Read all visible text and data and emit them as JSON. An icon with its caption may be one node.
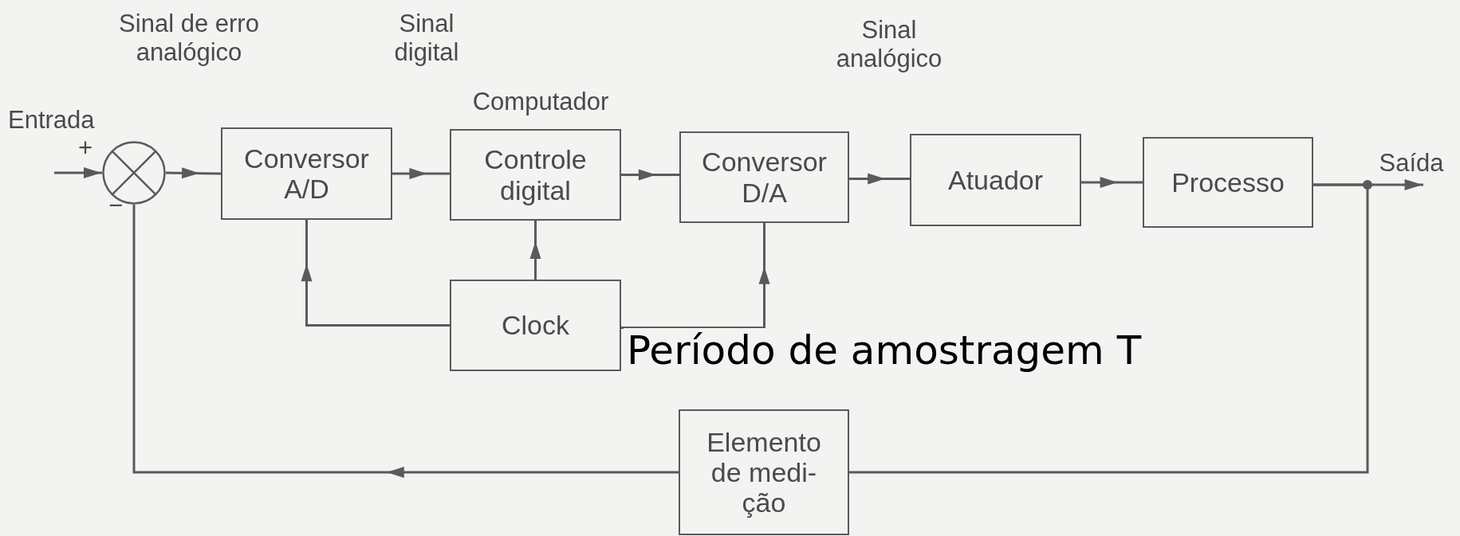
{
  "diagram": {
    "nodes": [
      {
        "text": [],
        "shape": "circle"
      },
      {
        "text": [
          "Conversor A/D"
        ]
      },
      {
        "text": [
          "Controle digital"
        ]
      },
      {
        "text": [
          "Conversor D/A"
        ]
      },
      {
        "text": [
          "Atuador"
        ]
      },
      {
        "text": [
          "Processo"
        ]
      },
      {
        "text": [
          "Clock"
        ]
      },
      {
        "text": [
          "Elemento de medi- ção"
        ]
      },
      {
        "text": [
          "Saída"
        ]
      }
    ],
    "edges": [
      {
        "from": null,
        "to": 0,
        "arrow": "to"
      },
      {
        "from": 0,
        "to": 1,
        "arrow": "to"
      },
      {
        "from": 1,
        "to": 2,
        "arrow": "to"
      },
      {
        "from": 2,
        "to": 3,
        "arrow": "to"
      },
      {
        "from": 3,
        "to": 4,
        "arrow": "to"
      },
      {
        "from": 4,
        "to": 5,
        "arrow": "to"
      },
      {
        "from": 5,
        "to": 8,
        "arrow": "to"
      },
      {
        "from": 6,
        "to": 1,
        "arrow": "to"
      },
      {
        "from": 6,
        "to": 2,
        "arrow": "to"
      },
      {
        "from": 6,
        "to": 3,
        "arrow": "to"
      },
      {
        "from": 5,
        "to": 7,
        "arrow": "none"
      },
      {
        "from": 7,
        "to": 0,
        "arrow": "to"
      }
    ],
    "labels": [
      "Sinal de erro analógico",
      "Sinal digital",
      "Sinal analógico",
      "Computador",
      "Entrada",
      "+",
      "−",
      "Período de amostragem T"
    ]
  }
}
